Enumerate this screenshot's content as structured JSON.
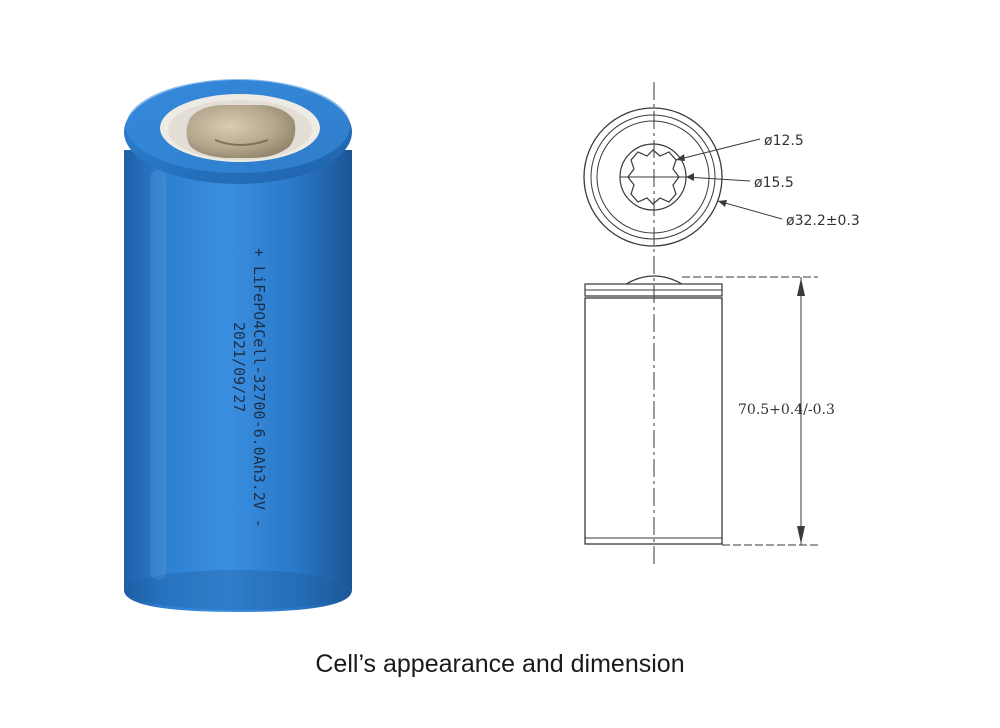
{
  "photo": {
    "label_line1": "+ LiFePO4Cell-32700-6.0Ah3.2V -",
    "label_line2": "2021/09/27",
    "colors": {
      "body": "#2f7fcf",
      "ring": "#ece9e2",
      "terminal": "#b9ad94"
    }
  },
  "drawing": {
    "top_view": {
      "dim_inner": "ø12.5",
      "dim_mid": "ø15.5",
      "dim_outer": "ø32.2±0.3"
    },
    "side_view": {
      "dim_height": "70.5+0.4/-0.3"
    }
  },
  "caption": "Cell’s appearance and dimension"
}
